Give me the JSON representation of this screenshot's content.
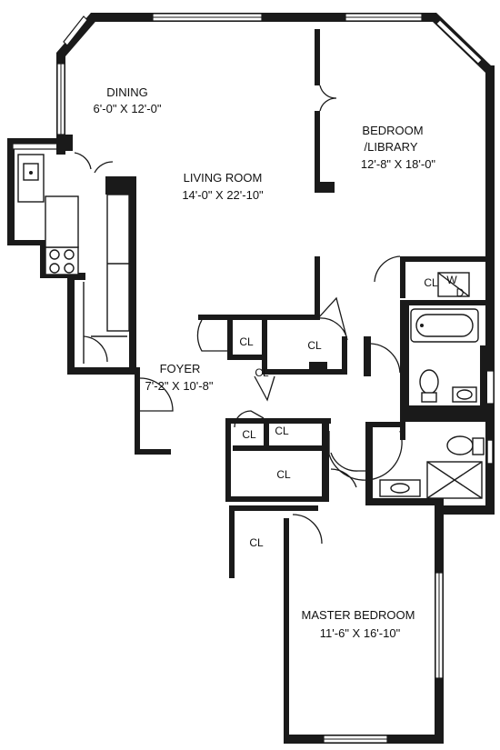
{
  "rooms": {
    "dining": {
      "name": "DINING",
      "size": "6'-0\" X 12'-0\""
    },
    "living": {
      "name": "LIVING ROOM",
      "size": "14'-0\" X 22'-10\""
    },
    "bedroom_library": {
      "name": "BEDROOM",
      "name2": "/LIBRARY",
      "size": "12'-8\" X 18'-0\""
    },
    "foyer": {
      "name": "FOYER",
      "size": "7'-2\" X 10'-8\""
    },
    "master": {
      "name": "MASTER BEDROOM",
      "size": "11'-6\" X 16'-10\""
    }
  },
  "closets": {
    "label": "CL",
    "washer_dryer_w": "W",
    "washer_dryer_d": "D"
  }
}
